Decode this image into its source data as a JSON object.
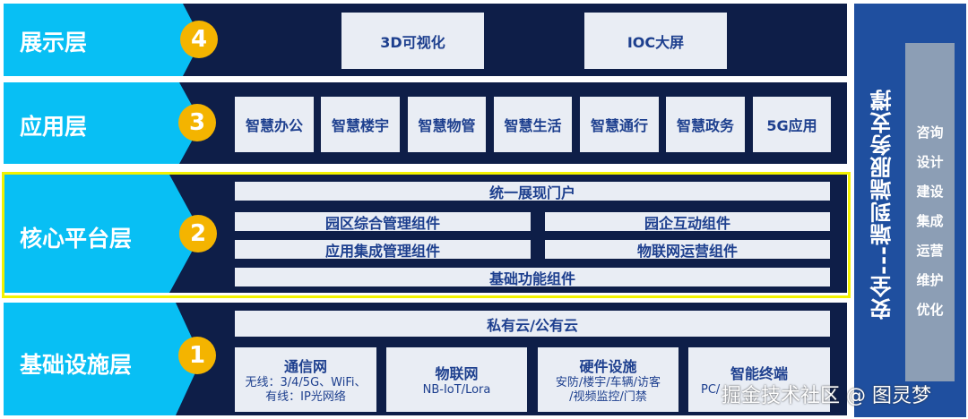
{
  "layers": [
    {
      "name": "展示层",
      "num": "4",
      "items": [
        "3D可视化",
        "IOC大屏"
      ]
    },
    {
      "name": "应用层",
      "num": "3",
      "items": [
        "智慧办公",
        "智慧楼宇",
        "智慧物管",
        "智慧生活",
        "智慧通行",
        "智慧政务",
        "5G应用"
      ]
    },
    {
      "name": "核心平台层",
      "num": "2",
      "items": [
        "统一展现门户",
        "园区综合管理组件",
        "园企互动组件",
        "应用集成管理组件",
        "物联网运营组件",
        "基础功能组件"
      ]
    },
    {
      "name": "基础设施层",
      "num": "1",
      "cloud": "私有云/公有云",
      "items": [
        {
          "title": "通信网",
          "lines": [
            "无线：3/4/5G、WiFi、",
            "有线：IP光网络"
          ]
        },
        {
          "title": "物联网",
          "lines": [
            "NB-IoT/Lora"
          ]
        },
        {
          "title": "硬件设施",
          "lines": [
            "安防/楼宇/车辆/访客",
            "/视频监控/门禁"
          ]
        },
        {
          "title": "智能终端",
          "lines": [
            "PC/"
          ]
        }
      ]
    }
  ],
  "side": {
    "title": "安全---端到端服务支撑",
    "services": [
      "咨询",
      "设计",
      "建设",
      "集成",
      "运营",
      "维护",
      "优化"
    ]
  },
  "colors": {
    "navy": "#0e1e48",
    "chevron": "#08bff4",
    "badge": "#f4b400",
    "highlight": "#f2f200",
    "side": "#1f4f9f"
  },
  "watermark": "掘金技术社区 @ 图灵梦"
}
